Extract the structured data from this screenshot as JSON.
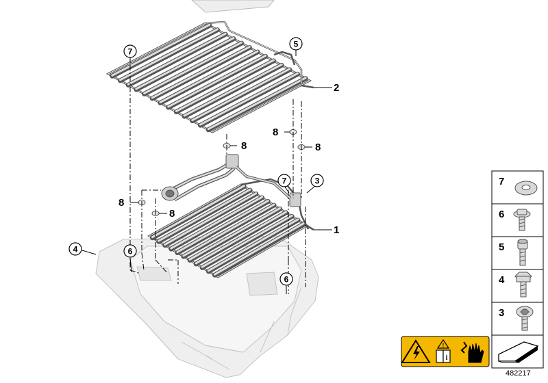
{
  "diagram": {
    "id": "482217",
    "callouts": [
      {
        "key": "c2",
        "label": "2"
      },
      {
        "key": "c1",
        "label": "1"
      },
      {
        "key": "c8a",
        "label": "8"
      },
      {
        "key": "c8b",
        "label": "8"
      },
      {
        "key": "c8c",
        "label": "8"
      },
      {
        "key": "c8d",
        "label": "8"
      },
      {
        "key": "c8e",
        "label": "8"
      }
    ],
    "circled": [
      {
        "key": "k7a",
        "label": "7"
      },
      {
        "key": "k5",
        "label": "5"
      },
      {
        "key": "k7b",
        "label": "7"
      },
      {
        "key": "k3",
        "label": "3"
      },
      {
        "key": "k4",
        "label": "4"
      },
      {
        "key": "k6a",
        "label": "6"
      },
      {
        "key": "k6b",
        "label": "6"
      }
    ],
    "parts_panel": [
      {
        "label": "7",
        "icon": "washer-icon"
      },
      {
        "label": "6",
        "icon": "collar-screw-icon"
      },
      {
        "label": "5",
        "icon": "socket-screw-icon"
      },
      {
        "label": "4",
        "icon": "hex-bolt-icon"
      },
      {
        "label": "3",
        "icon": "torx-screw-icon"
      }
    ],
    "warning_icons": [
      "high-voltage-warning-icon",
      "manual-info-icon",
      "protective-glove-icon"
    ],
    "colors": {
      "line": "#555555",
      "part_fill": "#d9d9d9",
      "tray_fill": "#eeeeee",
      "warning": "#f5b800"
    }
  }
}
